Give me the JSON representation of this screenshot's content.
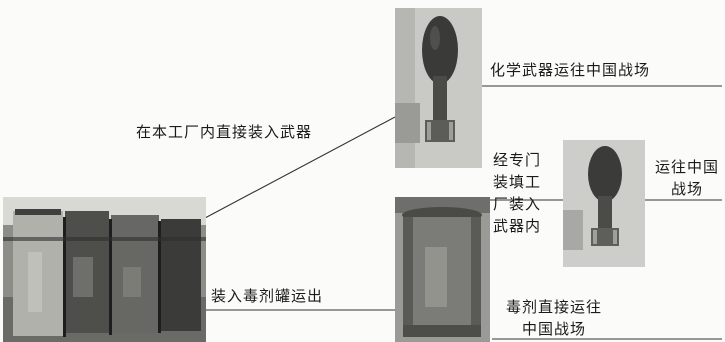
{
  "labels": {
    "direct_load": "在本工厂内直接装入武器",
    "chem_weapons_to_china": "化学武器运往中国战场",
    "via_special_fill_lines": [
      "经专门",
      "装填工",
      "厂装入",
      "武器内"
    ],
    "ship_to_china_lines": [
      "运往中国",
      "战场"
    ],
    "load_into_tanks": "装入毒剂罐运出",
    "agent_direct_lines": [
      "毒剂直接运往",
      "中国战场"
    ]
  }
}
